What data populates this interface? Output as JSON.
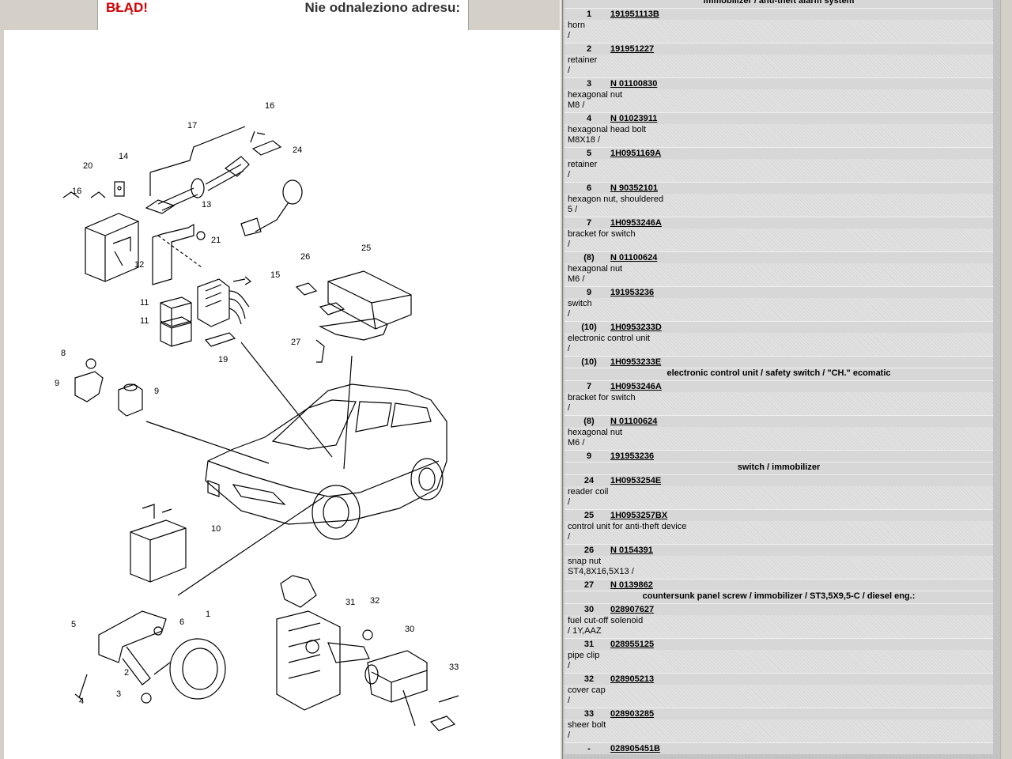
{
  "error_bar": {
    "title": "BŁĄD!",
    "message": "Nie odnaleziono adresu:"
  },
  "diagram": {
    "callouts": [
      "1",
      "2",
      "3",
      "4",
      "5",
      "6",
      "8",
      "9",
      "9",
      "10",
      "11",
      "11",
      "12",
      "13",
      "14",
      "15",
      "16",
      "16",
      "17",
      "19",
      "20",
      "21",
      "24",
      "25",
      "26",
      "27",
      "30",
      "31",
      "32",
      "33"
    ]
  },
  "parts": {
    "rows": [
      {
        "type": "section",
        "title": "immobilizer / anti-theft alarm system"
      },
      {
        "type": "part",
        "pos": "1",
        "pno": "191951113B",
        "d1": "horn",
        "d2": "/"
      },
      {
        "type": "part",
        "pos": "2",
        "pno": "191951227",
        "d1": "retainer",
        "d2": "/"
      },
      {
        "type": "part",
        "pos": "3",
        "pno": "N 01100830",
        "d1": "hexagonal nut",
        "d2": "M8 /"
      },
      {
        "type": "part",
        "pos": "4",
        "pno": "N 01023911",
        "d1": "hexagonal head bolt",
        "d2": "M8X18 /"
      },
      {
        "type": "part",
        "pos": "5",
        "pno": "1H0951169A",
        "d1": "retainer",
        "d2": "/"
      },
      {
        "type": "part",
        "pos": "6",
        "pno": "N 90352101",
        "d1": "hexagon nut, shouldered",
        "d2": "5 /"
      },
      {
        "type": "part",
        "pos": "7",
        "pno": "1H0953246A",
        "d1": "bracket for switch",
        "d2": "/"
      },
      {
        "type": "part",
        "pos": "(8)",
        "pno": "N 01100624",
        "d1": "hexagonal nut",
        "d2": "M6 /"
      },
      {
        "type": "part",
        "pos": "9",
        "pno": "191953236",
        "d1": "switch",
        "d2": "/"
      },
      {
        "type": "part",
        "pos": "(10)",
        "pno": "1H0953233D",
        "d1": "electronic control unit",
        "d2": "/"
      },
      {
        "type": "part",
        "pos": "(10)",
        "pno": "1H0953233E",
        "d1": "",
        "d2": ""
      },
      {
        "type": "section",
        "title": "electronic control unit / safety switch / \"CH.\" ecomatic"
      },
      {
        "type": "part",
        "pos": "7",
        "pno": "1H0953246A",
        "d1": "bracket for switch",
        "d2": "/"
      },
      {
        "type": "part",
        "pos": "(8)",
        "pno": "N 01100624",
        "d1": "hexagonal nut",
        "d2": "M6 /"
      },
      {
        "type": "part",
        "pos": "9",
        "pno": "191953236",
        "d1": "",
        "d2": ""
      },
      {
        "type": "section",
        "title": "switch / immobilizer"
      },
      {
        "type": "part",
        "pos": "24",
        "pno": "1H0953254E",
        "d1": "reader coil",
        "d2": "/"
      },
      {
        "type": "part",
        "pos": "25",
        "pno": "1H0953257BX",
        "d1": "control unit for anti-theft device",
        "d2": "/"
      },
      {
        "type": "part",
        "pos": "26",
        "pno": "N 0154391",
        "d1": "snap nut",
        "d2": "ST4,8X16,5X13 /"
      },
      {
        "type": "part",
        "pos": "27",
        "pno": "N 0139862",
        "d1": "",
        "d2": ""
      },
      {
        "type": "section",
        "title": "countersunk panel screw / immobilizer / ST3,5X9,5-C / diesel eng.:"
      },
      {
        "type": "part",
        "pos": "30",
        "pno": "028907627",
        "d1": "fuel cut-off solenoid",
        "d2": "/ 1Y,AAZ"
      },
      {
        "type": "part",
        "pos": "31",
        "pno": "028955125",
        "d1": "pipe clip",
        "d2": "/"
      },
      {
        "type": "part",
        "pos": "32",
        "pno": "028905213",
        "d1": "cover cap",
        "d2": "/"
      },
      {
        "type": "part",
        "pos": "33",
        "pno": "028903285",
        "d1": "sheer bolt",
        "d2": "/"
      },
      {
        "type": "part",
        "pos": "-",
        "pno": "028905451B",
        "d1": "",
        "d2": ""
      }
    ]
  }
}
